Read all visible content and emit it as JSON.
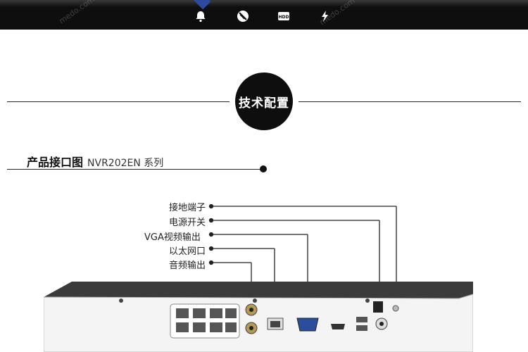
{
  "header": {
    "icons": [
      "bell-icon",
      "stop-icon",
      "hdd-icon",
      "lightning-icon"
    ],
    "hdd_label": "HDD",
    "watermark": "medo.com"
  },
  "section": {
    "badge_title": "技术配置"
  },
  "subtitle": {
    "title": "产品接口图",
    "model": "NVR202EN 系列"
  },
  "callouts": {
    "ground": "接地端子",
    "power_switch": "电源开关",
    "vga": "VGA视频输出",
    "ethernet": "以太网口",
    "audio": "音频输出"
  }
}
